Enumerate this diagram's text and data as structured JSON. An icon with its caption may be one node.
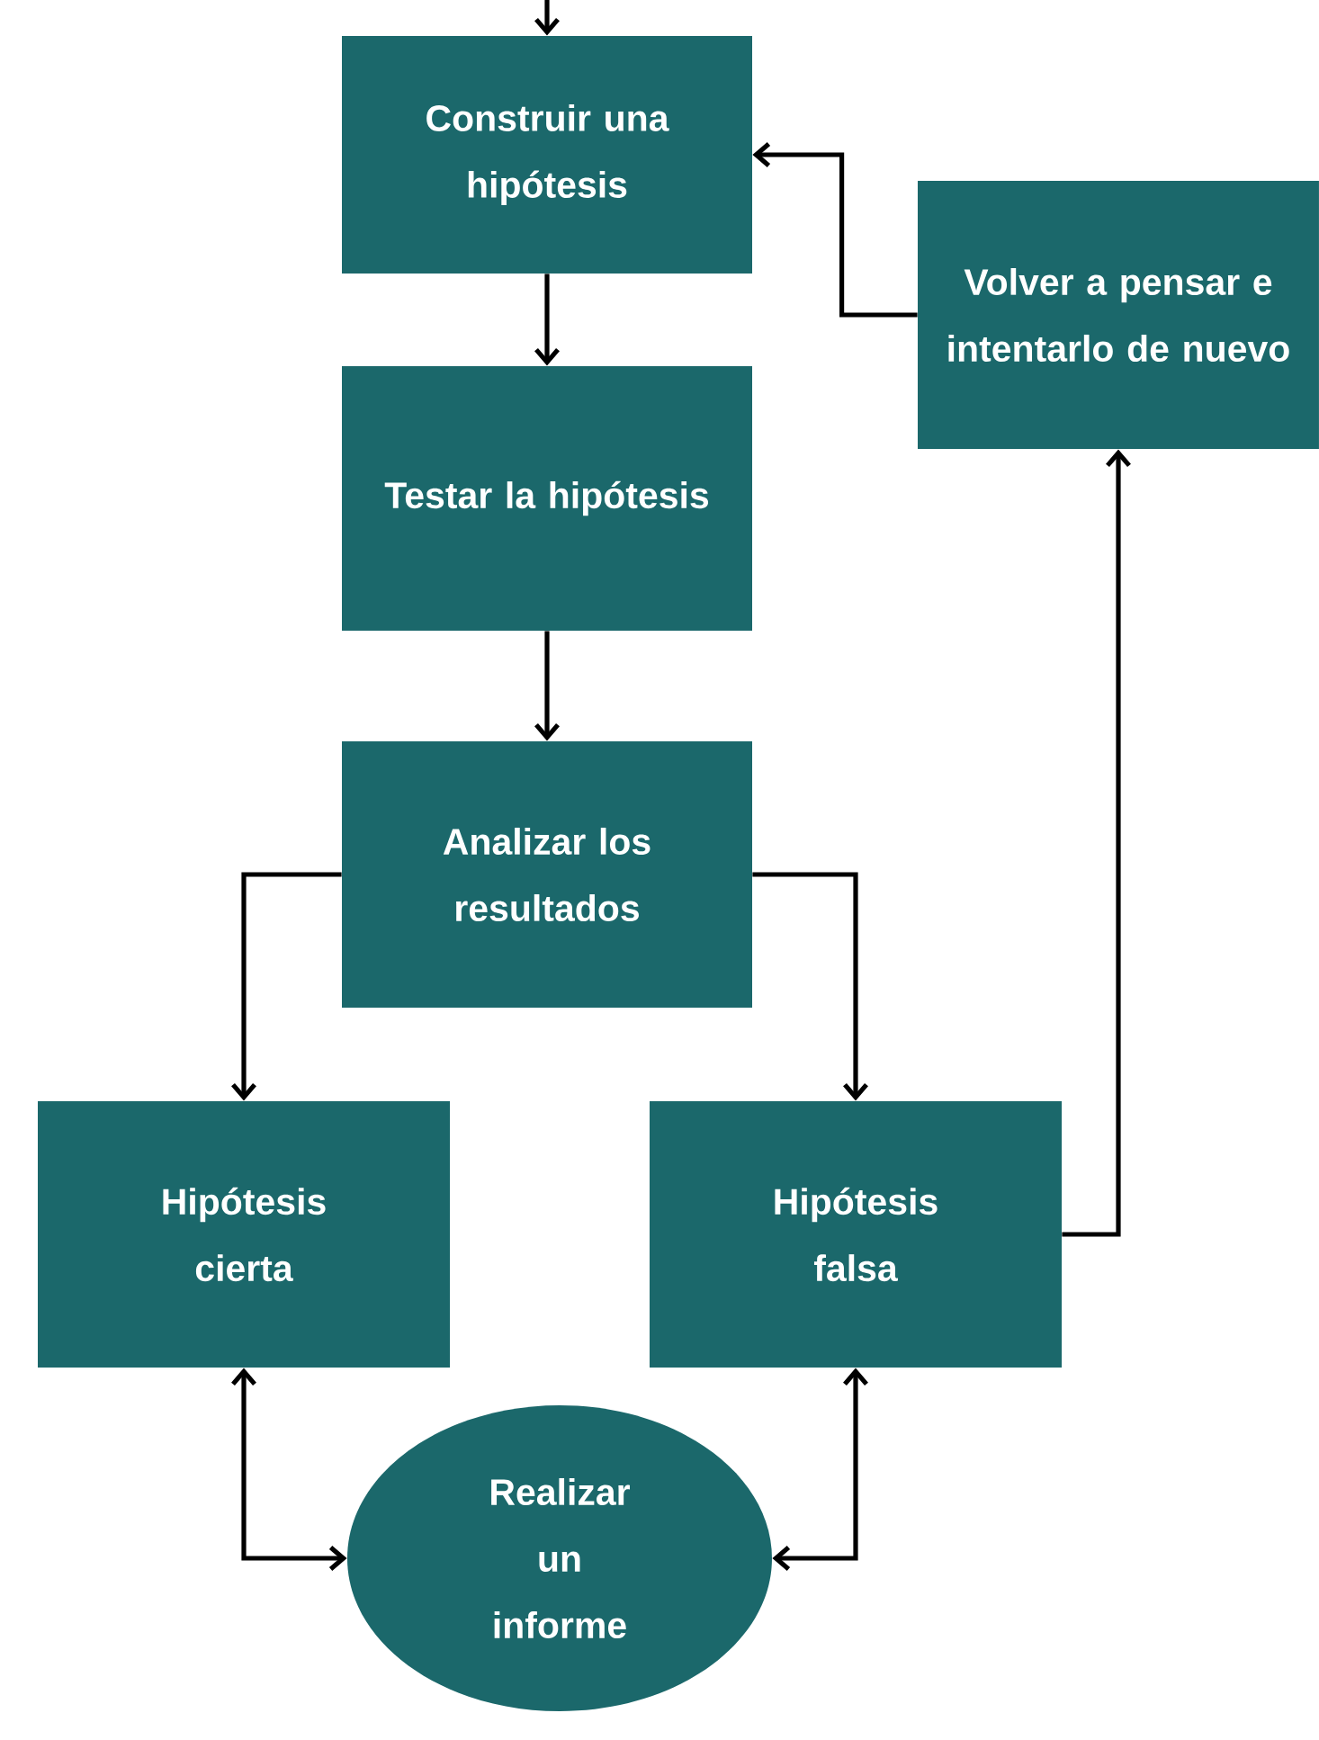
{
  "diagram": {
    "nodes": [
      {
        "text": [
          "Construir una hipótesis"
        ]
      },
      {
        "text": [
          "Testar la hipótesis"
        ]
      },
      {
        "text": [
          "Analizar los resultados"
        ]
      },
      {
        "text": [
          "Hipótesis cierta"
        ]
      },
      {
        "text": [
          "Hipótesis falsa"
        ]
      },
      {
        "text": [
          "Volver a pensar e intentarlo de nuevo"
        ]
      },
      {
        "text": [
          "Realizar un informe"
        ]
      }
    ],
    "edges": [
      {
        "from": null,
        "to": 0,
        "arrow": "to"
      },
      {
        "from": 0,
        "to": 1,
        "arrow": "to"
      },
      {
        "from": 1,
        "to": 2,
        "arrow": "to"
      },
      {
        "from": 2,
        "to": 3,
        "arrow": "to"
      },
      {
        "from": 2,
        "to": 4,
        "arrow": "to"
      },
      {
        "from": 4,
        "to": 5,
        "arrow": "to"
      },
      {
        "from": 5,
        "to": 0,
        "arrow": "to"
      },
      {
        "from": 6,
        "to": 3,
        "arrow": "both"
      },
      {
        "from": 6,
        "to": 4,
        "arrow": "both"
      }
    ]
  }
}
